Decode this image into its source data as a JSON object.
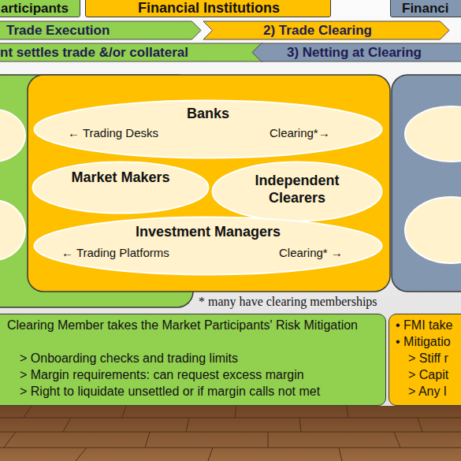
{
  "diagram": {
    "nodes": [
      {
        "text": [
          "articipants"
        ]
      },
      {
        "text": [
          "Financial Institutions"
        ]
      },
      {
        "text": [
          "Financi"
        ]
      },
      {
        "text": [
          "Trade Execution"
        ]
      },
      {
        "text": [
          "2) Trade Clearing"
        ]
      },
      {
        "text": [
          "nt settles trade &/or collateral"
        ]
      },
      {
        "text": [
          "3) Netting at Clearing"
        ]
      },
      {
        "text": [
          "Banks",
          "← Trading Desks",
          "Clearing*→"
        ]
      },
      {
        "text": [
          "Market Makers"
        ]
      },
      {
        "text": [
          "Independent Clearers"
        ]
      },
      {
        "text": [
          "Investment Managers",
          "← Trading Platforms",
          "Clearing* →"
        ]
      },
      {
        "text": [
          "Clearing Member takes the Market Participants' Risk Mitigation",
          "> Onboarding checks and trading limits",
          "> Margin requirements: can request excess margin",
          "> Right to liquidate unsettled or if margin calls not met"
        ]
      },
      {
        "text": [
          "• FMI take",
          "• Mitigatio",
          "> Stiff r",
          "> Capit",
          "> Any l"
        ]
      }
    ],
    "labels": [
      "* many have clearing memberships"
    ]
  }
}
